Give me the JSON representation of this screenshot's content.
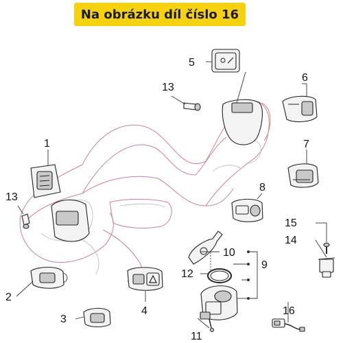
{
  "banner": {
    "text": "Na obrázku díl číslo 16",
    "color": "#f5d20c"
  },
  "callouts": {
    "c1": "1",
    "c2": "2",
    "c3": "3",
    "c4": "4",
    "c5": "5",
    "c6": "6",
    "c7": "7",
    "c8": "8",
    "c9": "9",
    "c10": "10",
    "c11": "11",
    "c12": "12",
    "c13a": "13",
    "c13b": "13",
    "c14": "14",
    "c15": "15",
    "c16": "16"
  },
  "colors": {
    "frame_line": "#c9848c",
    "leader": "#333333",
    "part_fill": "#f3f3f3"
  }
}
